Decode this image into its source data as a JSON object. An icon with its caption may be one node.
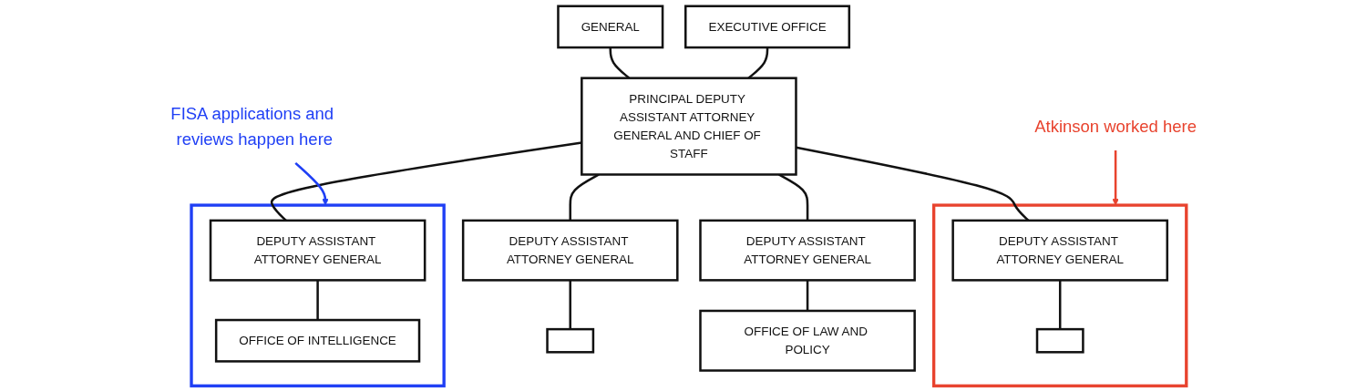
{
  "diagram": {
    "nodes": [
      {
        "text": [
          "Atkinson worked here"
        ]
      },
      {
        "text": [
          "GENERAL"
        ]
      },
      {
        "text": [
          "FISA applications and reviews happen here"
        ]
      },
      {
        "text": [
          "EXECUTIVE OFFICE"
        ]
      },
      {
        "text": [
          "PRINCIPAL DEPUTY ASSISTANT ATTORNEY GENERAL AND CHIEF OF STAFF"
        ]
      },
      {
        "text": [],
        "shape": "box"
      },
      {
        "text": [
          "DEPUTY ASSISTANT ATTORNEY GENERAL"
        ],
        "in": 5
      },
      {
        "text": [],
        "shape": "box",
        "in": 5
      },
      {
        "text": [
          "DEPUTY ASSISTANT ATTORNEY GENERAL"
        ]
      },
      {
        "text": [],
        "shape": "box"
      },
      {
        "text": [],
        "shape": "box"
      },
      {
        "text": [
          "DEPUTY ASSISTANT ATTORNEY GENERAL"
        ],
        "in": 10
      },
      {
        "text": [
          "OFFICE OF INTELLIGENCE"
        ],
        "in": 10
      },
      {
        "text": [
          "DEPUTY ASSISTANT ATTORNEY GENERAL"
        ]
      },
      {
        "text": [
          "OFFICE OF LAW AND POLICY"
        ]
      }
    ],
    "edges": [
      {
        "from": 0,
        "to": 5,
        "arrow": "to",
        "color": "#e8432e"
      },
      {
        "from": 2,
        "to": 10,
        "arrow": "to",
        "color": "#1f3ff5"
      },
      {
        "from": 1,
        "to": 4,
        "arrow": "none"
      },
      {
        "from": 3,
        "to": 4,
        "arrow": "none"
      },
      {
        "from": 4,
        "to": 6,
        "arrow": "none"
      },
      {
        "from": 4,
        "to": 8,
        "arrow": "none"
      },
      {
        "from": 4,
        "to": 11,
        "arrow": "none"
      },
      {
        "from": 4,
        "to": 13,
        "arrow": "none"
      },
      {
        "from": 6,
        "to": 7,
        "arrow": "none"
      },
      {
        "from": 8,
        "to": 9,
        "arrow": "none"
      },
      {
        "from": 11,
        "to": 12,
        "arrow": "none"
      },
      {
        "from": 13,
        "to": 14,
        "arrow": "none"
      }
    ]
  }
}
